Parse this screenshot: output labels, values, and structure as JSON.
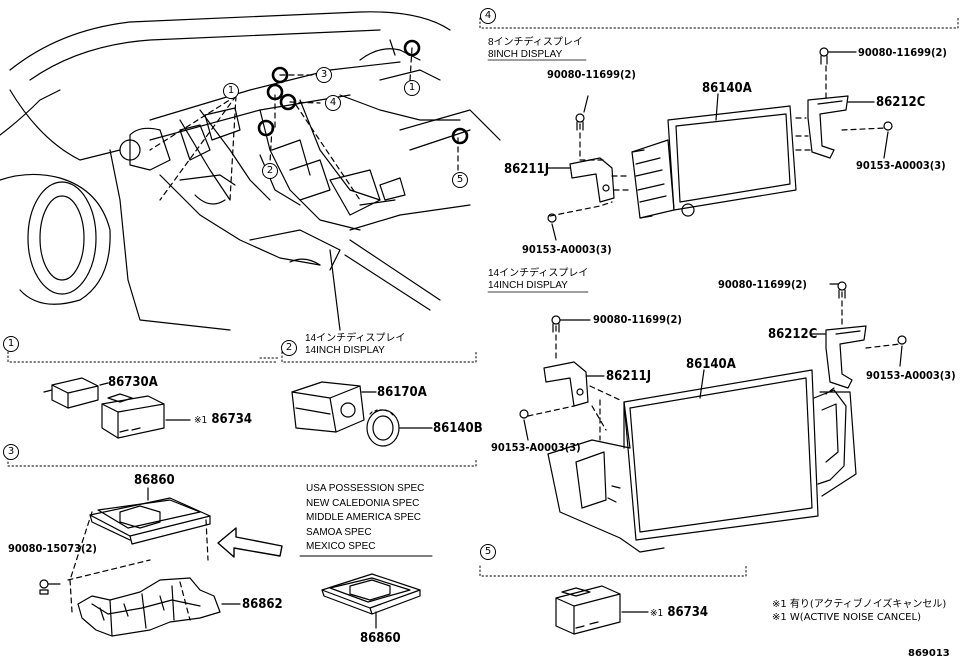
{
  "diagram_id": "869013",
  "sections": {
    "s1": "1",
    "s2": "2",
    "s3": "3",
    "s4": "4",
    "s5": "5"
  },
  "vehicle_callouts": {
    "c1": "1",
    "c2": "2",
    "c3": "3",
    "c4": "4",
    "c5": "5"
  },
  "section2": {
    "caption_jp": "14インチディスプレイ",
    "caption_en": "14INCH DISPLAY"
  },
  "section4": {
    "cap8_jp": "8インチディスプレイ",
    "cap8_en": "8INCH DISPLAY",
    "cap14_jp": "14インチディスプレイ",
    "cap14_en": "14INCH DISPLAY"
  },
  "parts": {
    "p86730A": "86730A",
    "p86734_s1": "86734",
    "p86170A": "86170A",
    "p86140B": "86140B",
    "p86860_top": "86860",
    "p86860_bottom": "86860",
    "p86862": "86862",
    "p90080_15073": "90080-15073(2)",
    "p86734_s5": "86734",
    "d8_90080_left": "90080-11699(2)",
    "d8_90080_right": "90080-11699(2)",
    "d8_86140A": "86140A",
    "d8_86212C": "86212C",
    "d8_86211J": "86211J",
    "d8_90153_right": "90153-A0003(3)",
    "d8_90153_left": "90153-A0003(3)",
    "d14_90080_right": "90080-11699(2)",
    "d14_90080_left": "90080-11699(2)",
    "d14_86212C": "86212C",
    "d14_86211J": "86211J",
    "d14_86140A": "86140A",
    "d14_90153_right": "90153-A0003(3)",
    "d14_90153_left": "90153-A0003(3)"
  },
  "ref_mark": "※1",
  "spec_list": [
    "USA POSSESSION SPEC",
    "NEW CALEDONIA SPEC",
    "MIDDLE AMERICA SPEC",
    "SAMOA SPEC",
    "MEXICO SPEC"
  ],
  "notes": [
    "※1 有り(アクティブノイズキャンセル)",
    "※1 W(ACTIVE NOISE CANCEL)"
  ]
}
